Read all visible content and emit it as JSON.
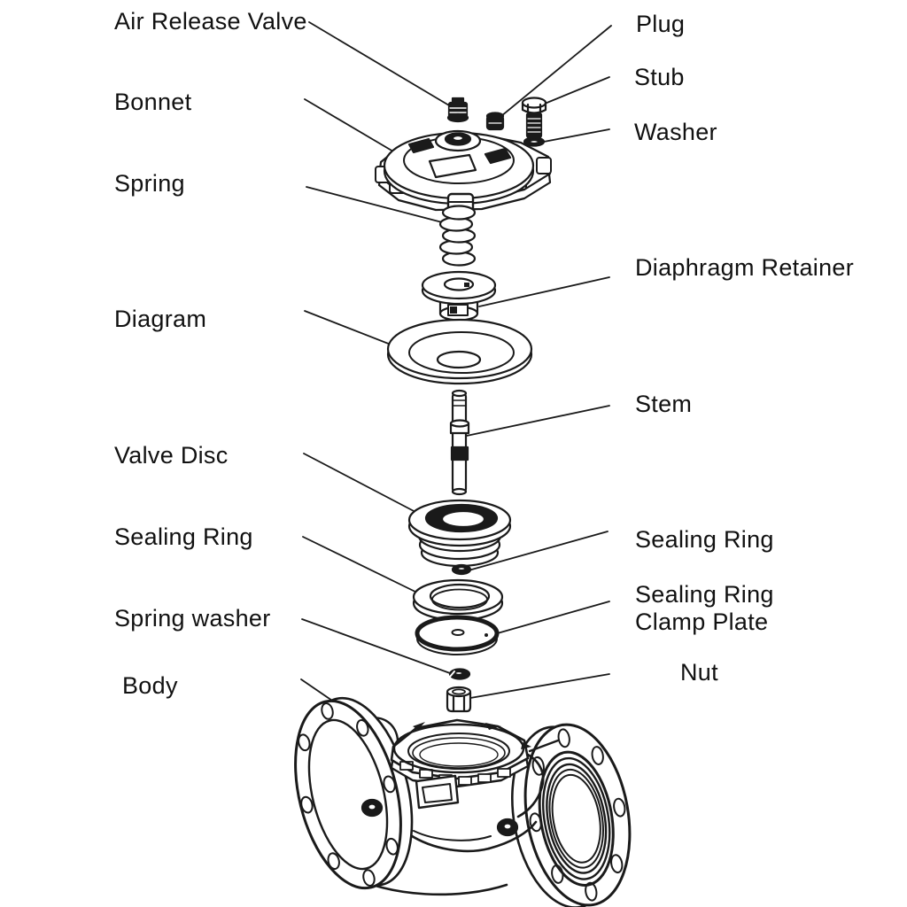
{
  "figure": {
    "kind": "exploded-view parts diagram of a diaphragm valve",
    "colors": {
      "background": "#ffffff",
      "ink": "#1a1a1a"
    }
  },
  "labels": [
    {
      "id": "air-release-valve",
      "text": "Air Release Valve",
      "side": "left"
    },
    {
      "id": "bonnet",
      "text": "Bonnet",
      "side": "left"
    },
    {
      "id": "spring",
      "text": "Spring",
      "side": "left"
    },
    {
      "id": "diagram",
      "text": "Diagram",
      "side": "left"
    },
    {
      "id": "valve-disc",
      "text": "Valve Disc",
      "side": "left"
    },
    {
      "id": "sealing-ring-left",
      "text": "Sealing Ring",
      "side": "left"
    },
    {
      "id": "spring-washer",
      "text": "Spring washer",
      "side": "left"
    },
    {
      "id": "body",
      "text": "Body",
      "side": "left"
    },
    {
      "id": "plug",
      "text": "Plug",
      "side": "right"
    },
    {
      "id": "stub",
      "text": "Stub",
      "side": "right"
    },
    {
      "id": "washer",
      "text": "Washer",
      "side": "right"
    },
    {
      "id": "diaphragm-retainer",
      "text": "Diaphragm Retainer",
      "side": "right"
    },
    {
      "id": "stem",
      "text": "Stem",
      "side": "right"
    },
    {
      "id": "sealing-ring-right",
      "text": "Sealing Ring",
      "side": "right"
    },
    {
      "id": "sealing-ring-clamp-plate",
      "text": "Sealing Ring\nClamp Plate",
      "side": "right"
    },
    {
      "id": "nut",
      "text": "Nut",
      "side": "right"
    }
  ]
}
